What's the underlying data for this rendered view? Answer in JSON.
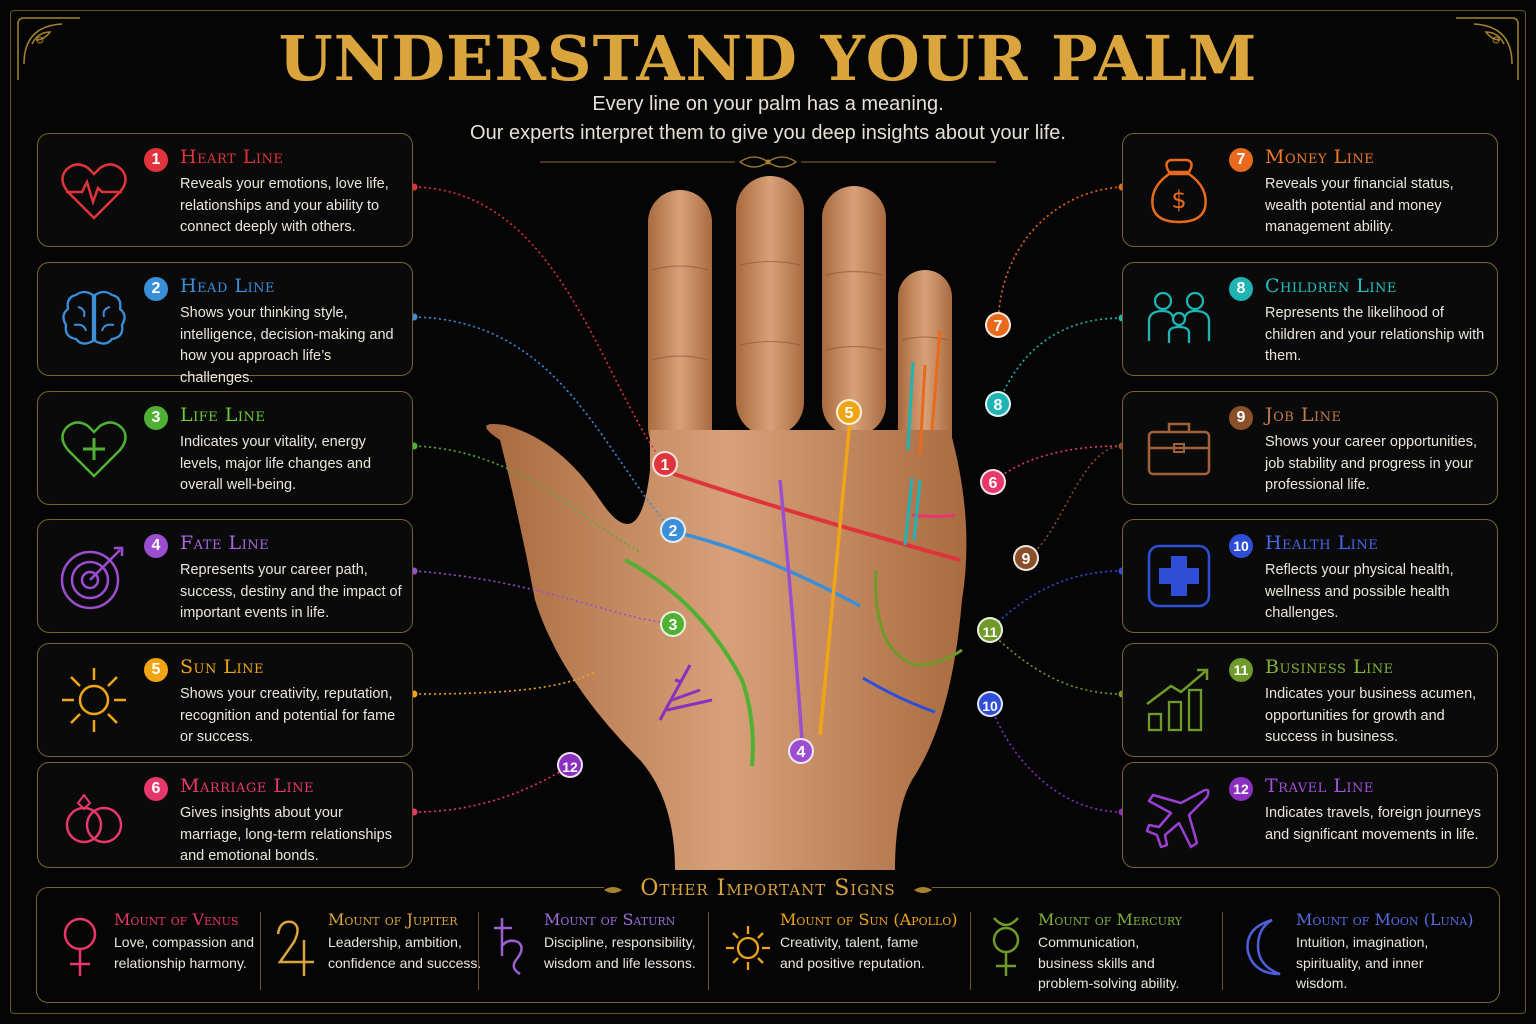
{
  "header": {
    "title": "UNDERSTAND YOUR PALM",
    "subtitle_1": "Every line on your palm has a meaning.",
    "subtitle_2": "Our experts interpret them to give you deep insights about your life."
  },
  "lines": [
    {
      "number": "1",
      "title": "Heart Line",
      "description": "Reveals your emotions, love life, relationships and your ability to connect deeply with others.",
      "color": "#e0343c",
      "icon": "heart-pulse-icon"
    },
    {
      "number": "2",
      "title": "Head Line",
      "description": "Shows your thinking style, intelligence, decision-making and how you approach life’s challenges.",
      "color": "#3a8fd8",
      "icon": "brain-icon"
    },
    {
      "number": "3",
      "title": "Life Line",
      "description": "Indicates your vitality, energy levels, major life changes and overall well-being.",
      "color": "#4fb034",
      "icon": "heart-plus-icon"
    },
    {
      "number": "4",
      "title": "Fate Line",
      "description": "Represents your career path, success, destiny and the impact of important events in life.",
      "color": "#9b4fd0",
      "icon": "target-arrow-icon"
    },
    {
      "number": "5",
      "title": "Sun Line",
      "description": "Shows your creativity, reputation, recognition and potential for fame or success.",
      "color": "#f0a515",
      "icon": "sun-icon"
    },
    {
      "number": "6",
      "title": "Marriage Line",
      "description": "Gives insights about your marriage, long-term relationships and emotional bonds.",
      "color": "#e8376a",
      "icon": "rings-icon"
    },
    {
      "number": "7",
      "title": "Money Line",
      "description": "Reveals your financial status, wealth potential and money management ability.",
      "color": "#e86a1c",
      "icon": "money-bag-icon"
    },
    {
      "number": "8",
      "title": "Children Line",
      "description": "Represents the likelihood of children and your relationship with them.",
      "color": "#1fb3b3",
      "icon": "family-icon"
    },
    {
      "number": "9",
      "title": "Job Line",
      "description": "Shows your career opportunities, job stability and progress in your professional life.",
      "color": "#8b4f2a",
      "icon": "briefcase-icon"
    },
    {
      "number": "10",
      "title": "Health Line",
      "description": "Reflects your physical health, wellness and possible health challenges.",
      "color": "#2f4ed8",
      "icon": "medical-cross-icon"
    },
    {
      "number": "11",
      "title": "Business Line",
      "description": "Indicates your business acumen, opportunities for growth and success in business.",
      "color": "#6f9a2a",
      "icon": "growth-chart-icon"
    },
    {
      "number": "12",
      "title": "Travel Line",
      "description": "Indicates travels, foreign journeys and significant movements in life.",
      "color": "#8a2fc0",
      "icon": "airplane-icon"
    }
  ],
  "other_signs": {
    "title": "Other Important Signs",
    "mounts": [
      {
        "title": "Mount of Venus",
        "description": "Love, compassion and relationship harmony.",
        "color": "#e8376a",
        "icon": "venus-symbol-icon"
      },
      {
        "title": "Mount of Jupiter",
        "description": "Leadership, ambition, confidence and success.",
        "color": "#d9a53c",
        "icon": "jupiter-symbol-icon"
      },
      {
        "title": "Mount of Saturn",
        "description": "Discipline, responsibility, wisdom and life lessons.",
        "color": "#9b5fd0",
        "icon": "saturn-symbol-icon"
      },
      {
        "title": "Mount of Sun (Apollo)",
        "description": "Creativity, talent, fame and positive reputation.",
        "color": "#f0a515",
        "icon": "sun-icon"
      },
      {
        "title": "Mount of Mercury",
        "description": "Communication, business skills and problem-solving ability.",
        "color": "#6f9a2a",
        "icon": "mercury-symbol-icon"
      },
      {
        "title": "Mount of Moon (Luna)",
        "description": "Intuition, imagination, spirituality, and inner wisdom.",
        "color": "#4d5fd8",
        "icon": "crescent-moon-icon"
      }
    ]
  }
}
